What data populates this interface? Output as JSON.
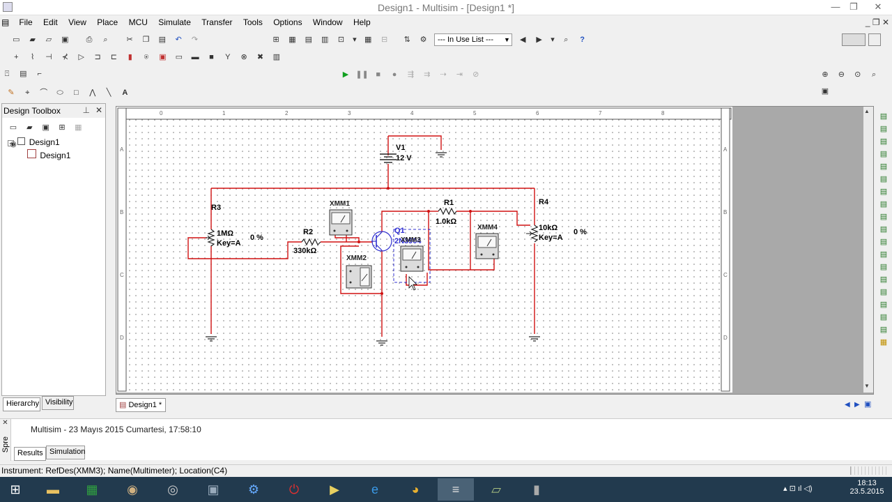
{
  "window": {
    "title": "Design1 - Multisim - [Design1 *]",
    "minimize": "—",
    "restore": "❐",
    "close": "✕"
  },
  "menu": [
    "File",
    "Edit",
    "View",
    "Place",
    "MCU",
    "Simulate",
    "Transfer",
    "Tools",
    "Options",
    "Window",
    "Help"
  ],
  "toolbar": {
    "in_use_list": "--- In Use List ---"
  },
  "design_toolbox": {
    "title": "Design Toolbox",
    "root": "Design1",
    "child": "Design1",
    "tabs": [
      "Hierarchy",
      "Visibility"
    ]
  },
  "schematic": {
    "v1_name": "V1",
    "v1_value": "12 V",
    "r3_name": "R3",
    "r3_value": "1MΩ",
    "r3_key": "Key=A",
    "r3_percent": "0 %",
    "r2_name": "R2",
    "r2_value": "330kΩ",
    "r1_name": "R1",
    "r1_value": "1.0kΩ",
    "r4_name": "R4",
    "r4_value": "10kΩ",
    "r4_key": "Key=A",
    "r4_percent": "0 %",
    "q1_name": "Q1",
    "q1_model": "2N3904",
    "xmm1": "XMM1",
    "xmm2": "XMM2",
    "xmm3": "XMM3",
    "xmm4": "XMM4",
    "ruler_cols": [
      "0",
      "1",
      "2",
      "3",
      "4",
      "5",
      "6",
      "7",
      "8"
    ],
    "ruler_rows": [
      "A",
      "B",
      "C",
      "D"
    ]
  },
  "sheet_tab": "Design1 *",
  "spreadsheet": {
    "message": "Multisim  -  23 Mayıs 2015 Cumartesi, 17:58:10",
    "tabs": [
      "Results",
      "Simulation"
    ],
    "side_label": "Spre"
  },
  "status": "Instrument: RefDes(XMM3); Name(Multimeter); Location(C4)",
  "clock": {
    "time": "18:13",
    "date": "23.5.2015"
  },
  "colors": {
    "wire": "#d01010",
    "selection": "#3030d0",
    "taskbar": "#223a4e"
  }
}
